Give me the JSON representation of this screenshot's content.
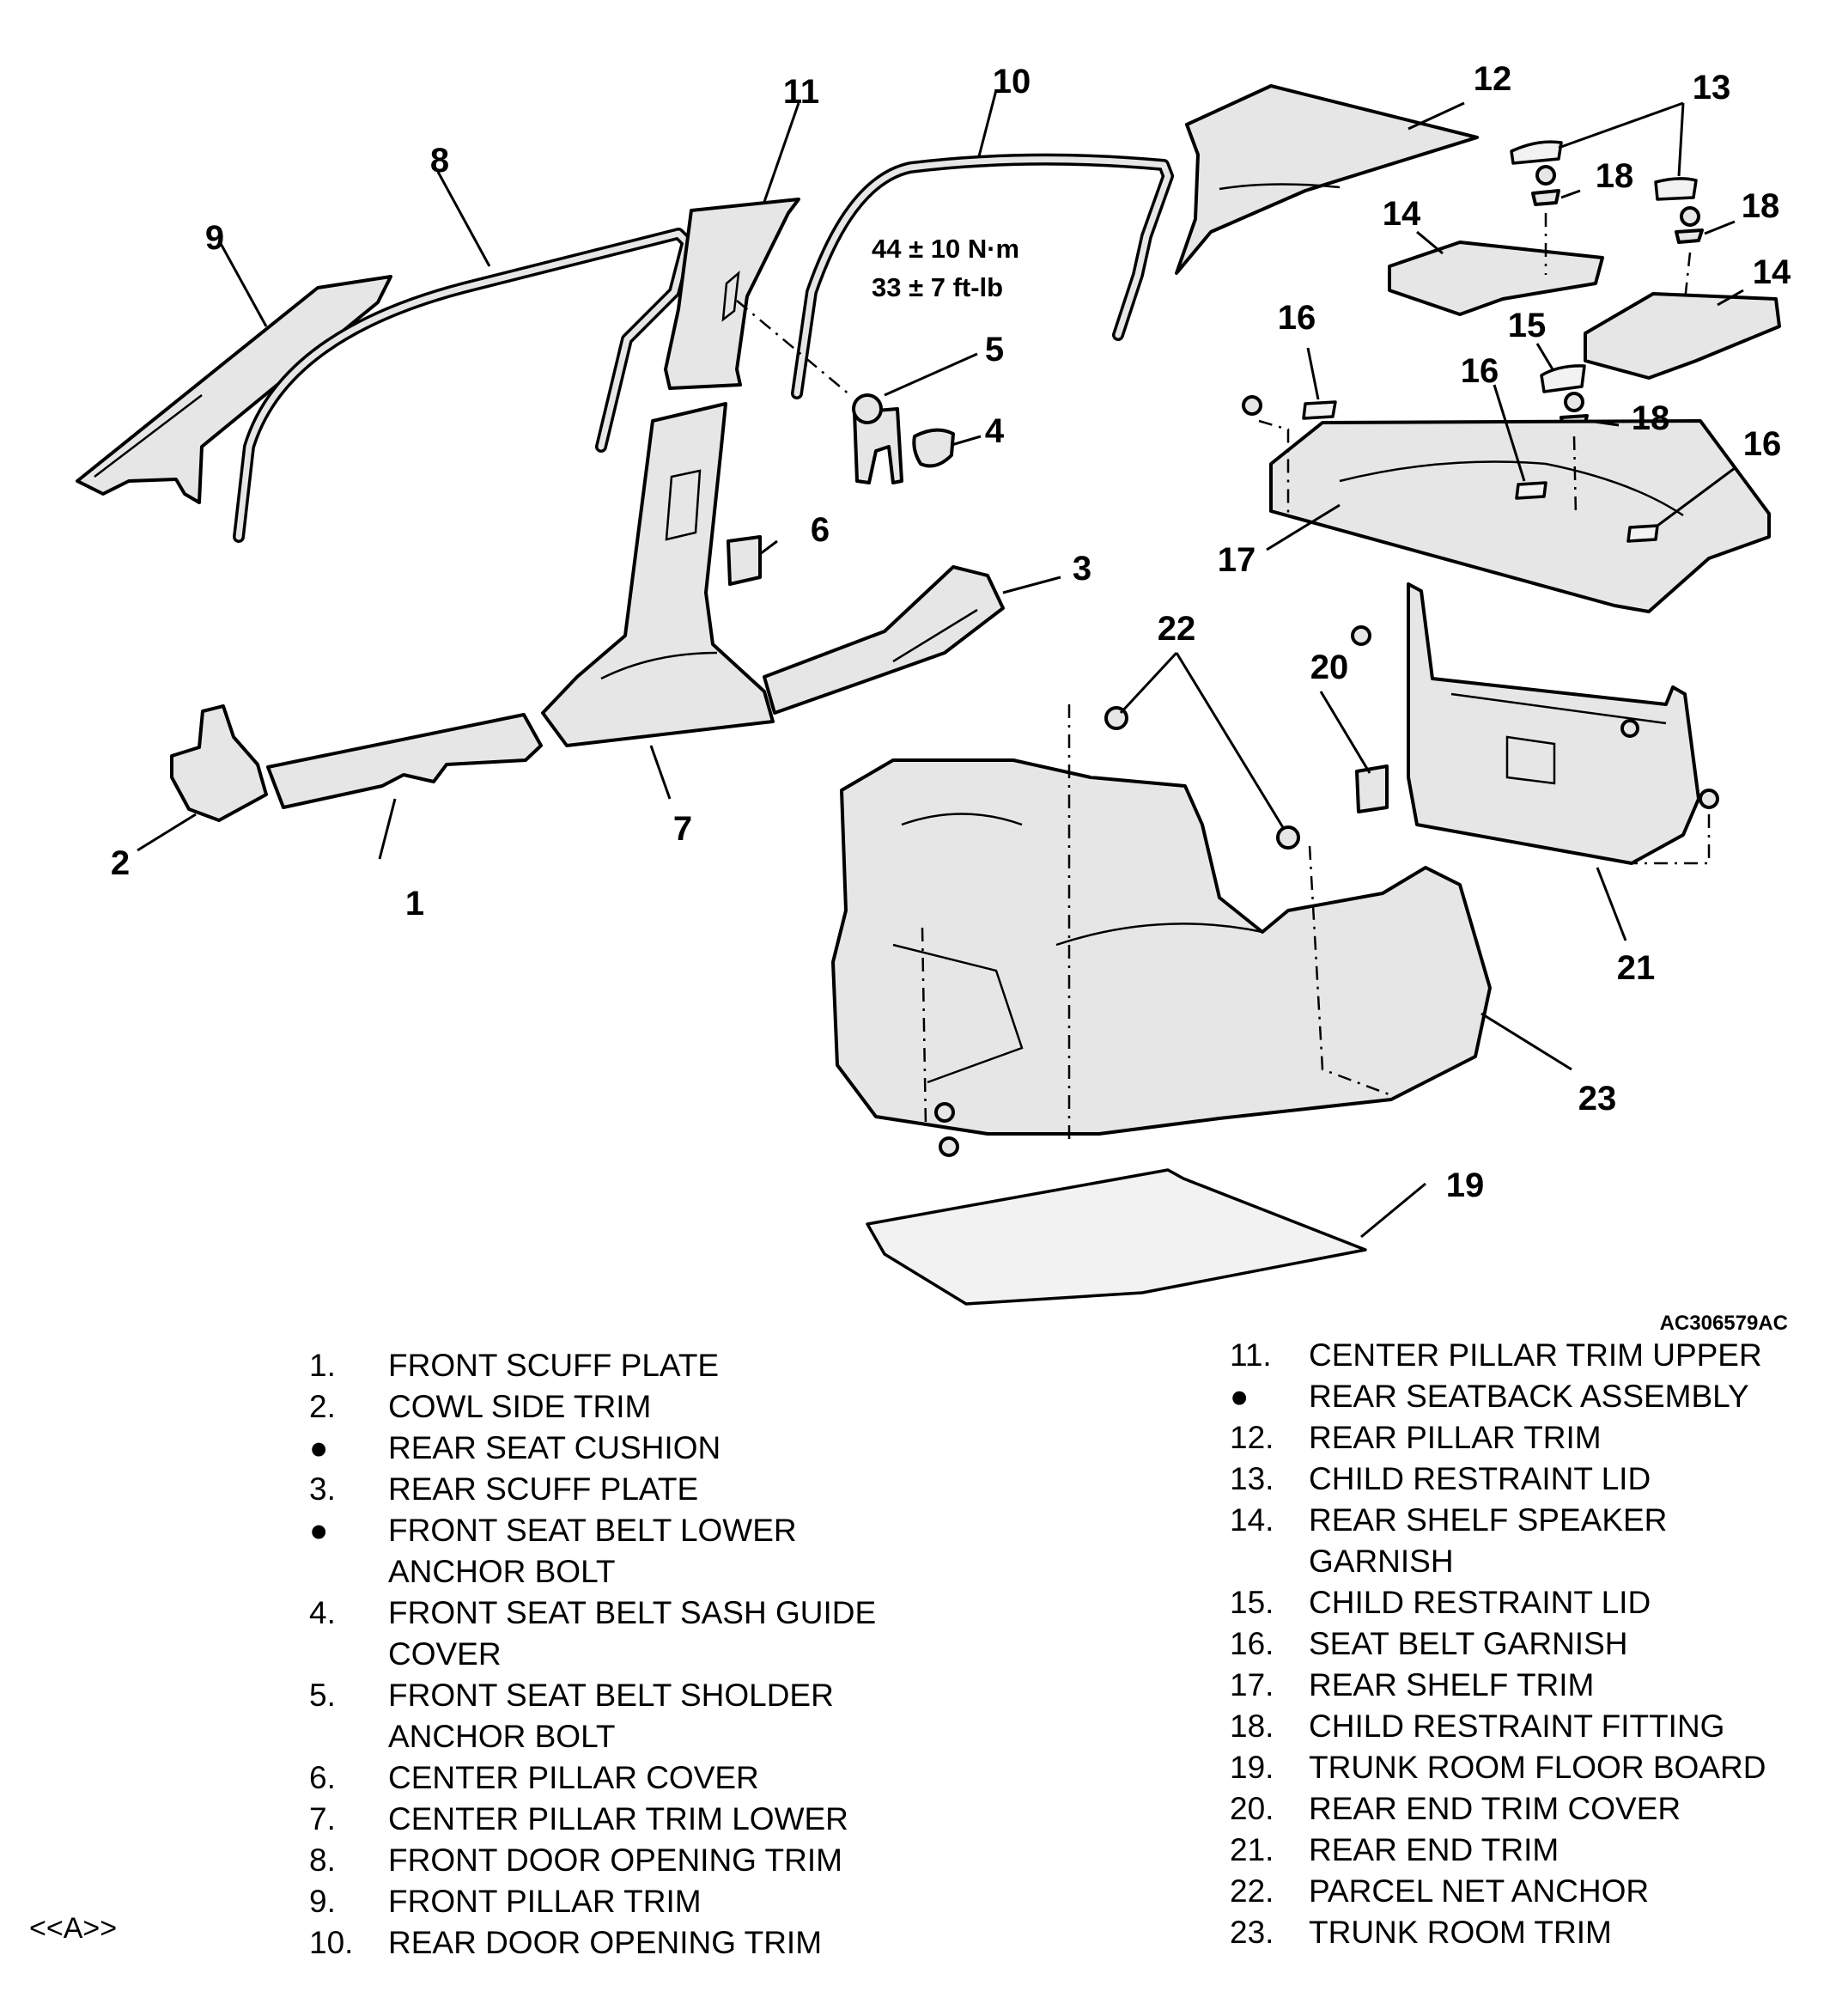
{
  "figure_code": "AC306579AC",
  "torque": {
    "metric": "44 ± 10 N·m",
    "imperial": "33 ± 7 ft-lb"
  },
  "callouts": [
    "1",
    "2",
    "3",
    "4",
    "5",
    "6",
    "7",
    "8",
    "9",
    "10",
    "11",
    "12",
    "13",
    "14",
    "14",
    "15",
    "16",
    "16",
    "16",
    "17",
    "18",
    "18",
    "18",
    "19",
    "20",
    "21",
    "22",
    "23"
  ],
  "legend_left": [
    {
      "num": "1.",
      "text": "FRONT SCUFF PLATE"
    },
    {
      "num": "2.",
      "text": "COWL SIDE TRIM"
    },
    {
      "num": "●",
      "text": "REAR SEAT CUSHION"
    },
    {
      "num": "3.",
      "text": "REAR SCUFF PLATE"
    },
    {
      "num": "●",
      "text": "FRONT SEAT BELT LOWER"
    },
    {
      "num": "",
      "text": "ANCHOR BOLT"
    },
    {
      "num": "4.",
      "text": "FRONT SEAT BELT SASH GUIDE"
    },
    {
      "num": "",
      "text": "COVER"
    },
    {
      "num": "5.",
      "text": "FRONT SEAT BELT SHOLDER"
    },
    {
      "num": "",
      "text": "ANCHOR BOLT"
    },
    {
      "num": "6.",
      "text": "CENTER PILLAR COVER"
    },
    {
      "num": "7.",
      "text": "CENTER PILLAR TRIM LOWER"
    },
    {
      "num": "8.",
      "text": "FRONT DOOR OPENING TRIM"
    },
    {
      "num": "9.",
      "text": "FRONT PILLAR TRIM"
    },
    {
      "num": "10.",
      "text": "REAR DOOR OPENING TRIM"
    }
  ],
  "legend_right": [
    {
      "num": "11.",
      "text": "CENTER PILLAR TRIM UPPER"
    },
    {
      "num": "●",
      "text": "REAR SEATBACK ASSEMBLY"
    },
    {
      "num": "12.",
      "text": "REAR PILLAR TRIM"
    },
    {
      "num": "13.",
      "text": "CHILD RESTRAINT LID"
    },
    {
      "num": "14.",
      "text": "REAR SHELF SPEAKER"
    },
    {
      "num": "",
      "text": "GARNISH"
    },
    {
      "num": "15.",
      "text": "CHILD RESTRAINT LID"
    },
    {
      "num": "16.",
      "text": "SEAT BELT GARNISH"
    },
    {
      "num": "17.",
      "text": "REAR SHELF TRIM"
    },
    {
      "num": "18.",
      "text": "CHILD RESTRAINT FITTING"
    },
    {
      "num": "19.",
      "text": "TRUNK ROOM FLOOR BOARD"
    },
    {
      "num": "20.",
      "text": "REAR END TRIM COVER"
    },
    {
      "num": "21.",
      "text": "REAR END TRIM"
    },
    {
      "num": "22.",
      "text": "PARCEL NET ANCHOR"
    },
    {
      "num": "23.",
      "text": "TRUNK ROOM TRIM"
    }
  ],
  "section_tag": "<<A>>"
}
